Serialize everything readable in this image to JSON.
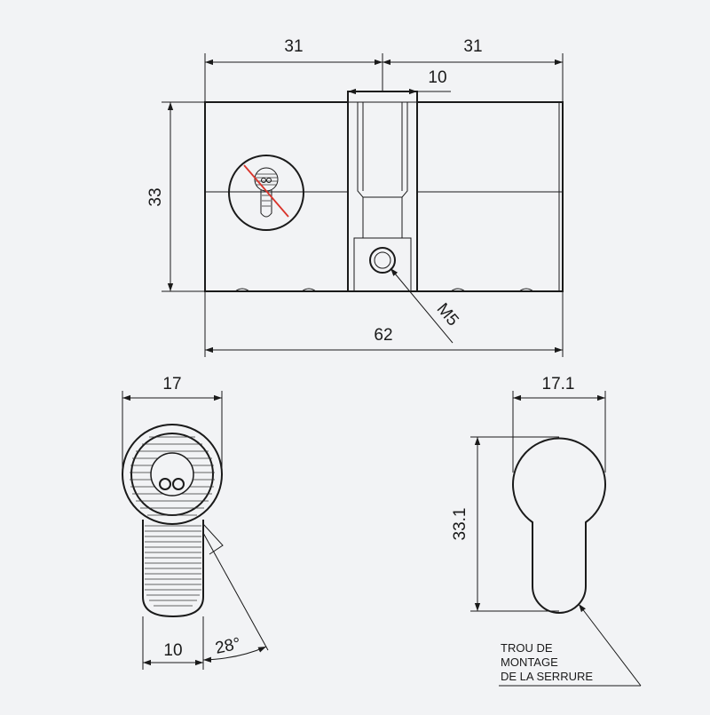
{
  "colors": {
    "background": "#f2f3f5",
    "line": "#1a1a1a",
    "prohibited_mark": "#d9342b"
  },
  "icons": {
    "front_view_symbol": "prohibited-key-icon"
  },
  "top_view": {
    "dim_left_half": "31",
    "dim_right_half": "31",
    "dim_cam_slot": "10",
    "dim_height": "33",
    "dim_total_length": "62",
    "screw_label": "M5"
  },
  "cam_view": {
    "dim_width": "17",
    "dim_cam_width": "10",
    "dim_angle": "28°"
  },
  "profile_view": {
    "dim_width": "17.1",
    "dim_height": "33.1",
    "note_lines": [
      "TROU DE",
      "MONTAGE",
      "DE LA SERRURE"
    ]
  }
}
